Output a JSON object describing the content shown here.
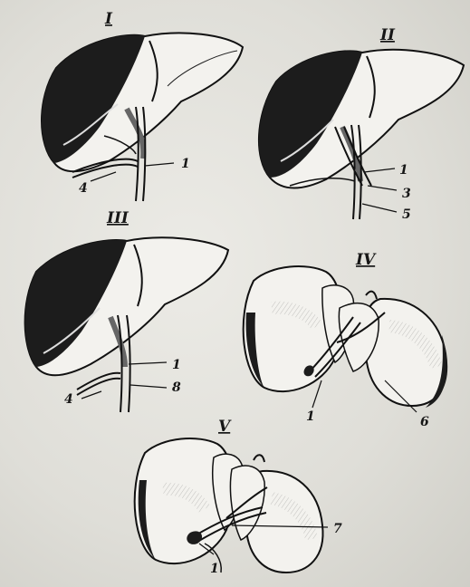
{
  "figures": [
    {
      "id": "I",
      "label": "I",
      "callouts": [
        "1",
        "4"
      ]
    },
    {
      "id": "II",
      "label": "II",
      "callouts": [
        "1",
        "3",
        "5"
      ]
    },
    {
      "id": "III",
      "label": "III",
      "callouts": [
        "1",
        "8",
        "4"
      ]
    },
    {
      "id": "IV",
      "label": "IV",
      "callouts": [
        "1",
        "6"
      ]
    },
    {
      "id": "V",
      "label": "V",
      "callouts": [
        "7",
        "1"
      ]
    }
  ],
  "colors": {
    "background": "#e4e3de",
    "ink": "#141414",
    "tissue": "#f3f2ee"
  }
}
